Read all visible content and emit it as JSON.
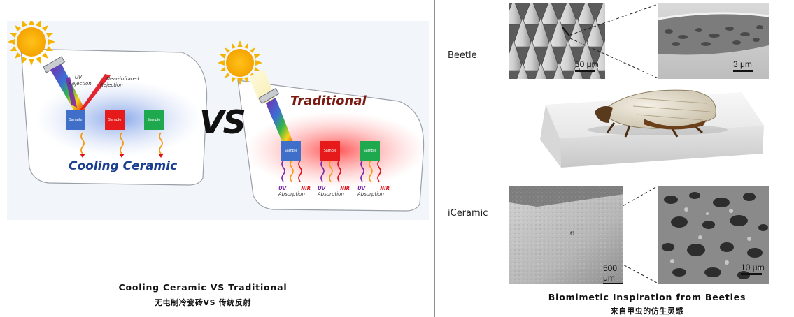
{
  "left": {
    "uv_rejection": "UV\nRejection",
    "nir_rejection": "Near-infrared\nRejection",
    "sample_label": "Sample",
    "cooling_title": "Cooling Ceramic",
    "vs": "VS",
    "traditional_title": "Traditional",
    "uv": "UV",
    "nir": "NIR",
    "absorption": "Absorption",
    "caption_en": "Cooling Ceramic VS Traditional",
    "caption_zh": "无电制冷瓷砖VS 传统反射"
  },
  "right": {
    "beetle_label": "Beetle",
    "iceramic_label": "iCeramic",
    "scale_50": "50 μm",
    "scale_3": "3 μm",
    "scale_500": "500 μm",
    "scale_10": "10 μm",
    "caption_en": "Biomimetic Inspiration from Beetles",
    "caption_zh": "来自甲虫的仿生灵感"
  },
  "colors": {
    "uv": "#7a2aa8",
    "nir": "#e0101a",
    "blue_sample": "#3f6fc8",
    "red_sample": "#e61a1a",
    "green_sample": "#1fa94f",
    "traditional": "#7a1a12",
    "cooling": "#1b3f8f"
  }
}
